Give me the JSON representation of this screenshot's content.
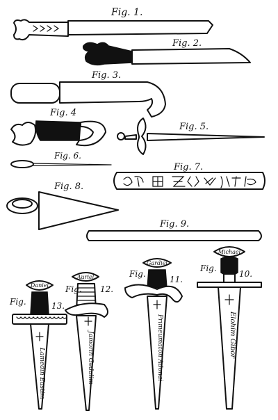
{
  "figure_labels": {
    "fig1": "Fig. 1.",
    "fig2": "Fig. 2.",
    "fig3": "Fig. 3.",
    "fig4": "Fig. 4",
    "fig5": "Fig. 5.",
    "fig6": "Fig. 6.",
    "fig7": "Fig. 7.",
    "fig8": "Fig. 8.",
    "fig9": "Fig. 9.",
    "fig10_a": "Fig.",
    "fig10_b": "10.",
    "fig11_a": "Fig.",
    "fig11_b": "11.",
    "fig12_a": "Fig.",
    "fig12_b": "12.",
    "fig13_a": "Fig.",
    "fig13_b": "13."
  },
  "pommel_names": {
    "fig10": "Michael",
    "fig11": "Gardiel",
    "fig12": "Auriel",
    "fig13": "Daniel"
  },
  "blade_inscriptions": {
    "fig10": "Elohim Gibor",
    "fig11": "Primeumaton Adonai",
    "fig12": "Jamorin Gedalim",
    "fig13": "Lamedin Eastim"
  },
  "ink_color": "#111111",
  "paper_color": "#ffffff"
}
